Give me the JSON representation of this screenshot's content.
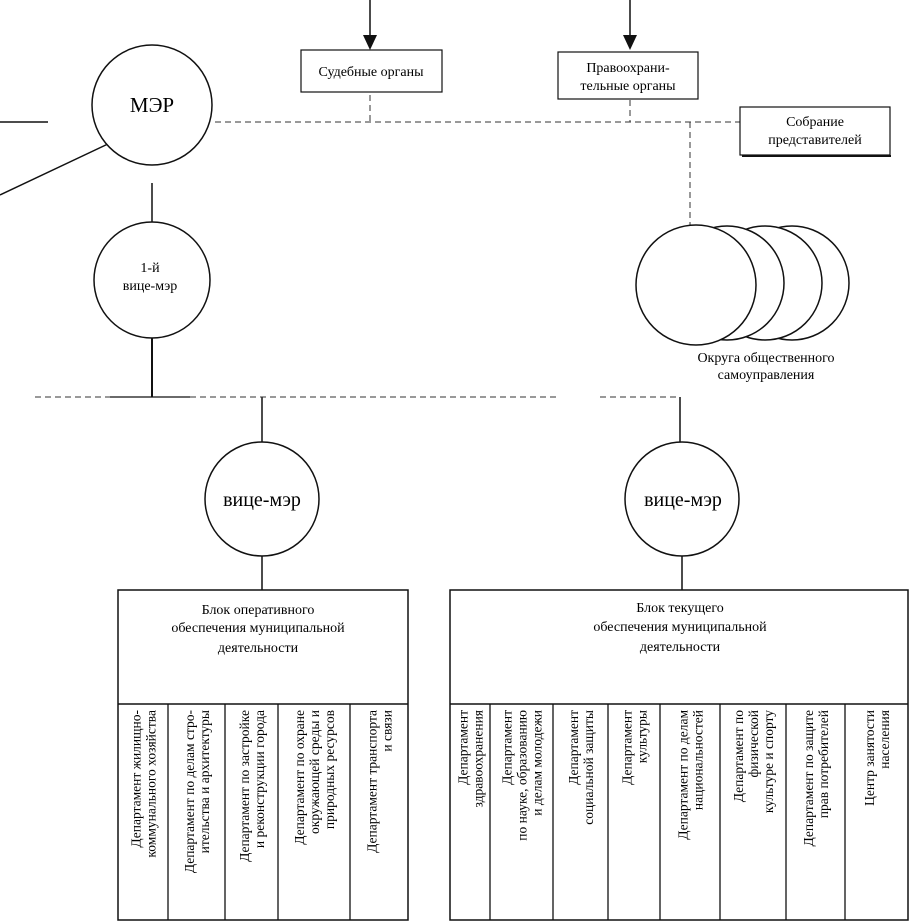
{
  "mayor": {
    "label": "МЭР"
  },
  "first_deputy": {
    "line1": "1-й",
    "line2": "вице-мэр"
  },
  "deputy_left": {
    "label": "вице-мэр"
  },
  "deputy_right": {
    "label": "вице-мэр"
  },
  "courts": {
    "label": "Судебные органы"
  },
  "law_enforcement": {
    "line1": "Правоохрани-",
    "line2": "тельные органы"
  },
  "assembly": {
    "line1": "Собрание",
    "line2": "представителей"
  },
  "districts": {
    "line1": "Округа общественного",
    "line2": "самоуправления"
  },
  "block_left": {
    "line1": "Блок оперативного",
    "line2": "обеспечения муниципальной",
    "line3": "деятельности",
    "departments": [
      [
        "Департамент жилищно-",
        "коммунального хозяйства"
      ],
      [
        "Департамент по делам стро-",
        "ительства и архитектуры"
      ],
      [
        "Департамент по застройке",
        "и реконструкции города"
      ],
      [
        "Департамент по охране",
        "окружающей среды и",
        "природных ресурсов"
      ],
      [
        "Департамент транспорта",
        "и связи"
      ]
    ]
  },
  "block_right": {
    "line1": "Блок текущего",
    "line2": "обеспечения муниципальной",
    "line3": "деятельности",
    "departments": [
      [
        "Департамент",
        "здравоохранения"
      ],
      [
        "Департамент",
        "по науке, образованию",
        "и делам молодежи"
      ],
      [
        "Департамент",
        "социальной защиты"
      ],
      [
        "Департамент",
        "культуры"
      ],
      [
        "Департамент по делам",
        "национальностей"
      ],
      [
        "Департамент по",
        "физической",
        "культуре и спорту"
      ],
      [
        "Департамент по защите",
        "прав потребителей"
      ],
      [
        "Центр занятости",
        "населения"
      ]
    ]
  }
}
